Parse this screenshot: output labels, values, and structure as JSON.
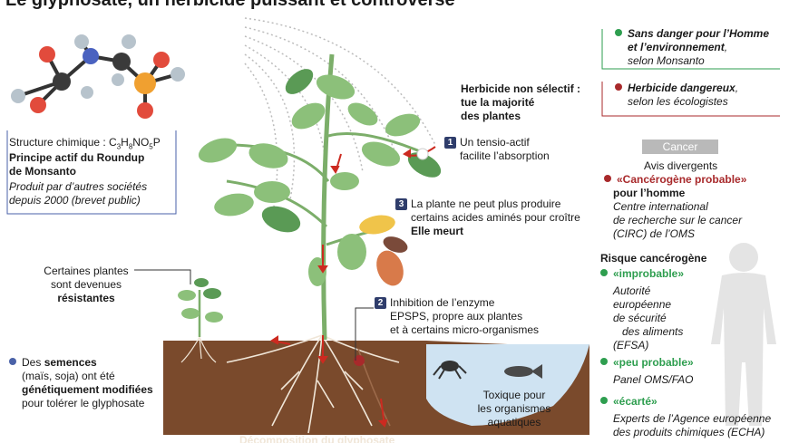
{
  "title": "Le glyphosate, un herbicide puissant et controversé",
  "left": {
    "structure_label": "Structure chimique : ",
    "formula": [
      "C",
      "3",
      "H",
      "8",
      "NO",
      "5",
      "P"
    ],
    "principe_line1": "Principe actif du Roundup",
    "principe_line2": "de Monsanto",
    "produit_line1": "Produit par d’autres sociétés",
    "produit_line2": "depuis 2000 (brevet public)",
    "resistant_line1": "Certaines plantes",
    "resistant_line2": "sont devenues",
    "resistant_line3": "résistantes",
    "semences_pre": "Des ",
    "semences_bold": "semences",
    "semences_line2": "(maïs, soja) ont été",
    "semences_line3": "génétiquement modifiées",
    "semences_line4": "pour tolérer le glyphosate"
  },
  "center": {
    "herbicide_line1": "Herbicide non sélectif :",
    "herbicide_line2": "tue la majorité",
    "herbicide_line3": "des plantes",
    "step1_num": "1",
    "step1_line1": "Un tensio-actif",
    "step1_line2": "facilite l’absorption",
    "step3_num": "3",
    "step3_line1": "La plante ne peut plus produire",
    "step3_line2": "certains acides aminés pour croître",
    "step3_line3": "Elle meurt",
    "step2_num": "2",
    "step2_line1": "Inhibition de l’enzyme",
    "step2_line2": "EPSPS, propre aux plantes",
    "step2_line3": "et à certains micro-organismes",
    "toxic_line1": "Toxique pour",
    "toxic_line2": "les organismes",
    "toxic_line3": "aquatiques",
    "decomposition": "Décomposition du glyphosate"
  },
  "right": {
    "sans_danger_line1": "Sans danger pour l’Homme",
    "sans_danger_line2": "et l’environnement",
    "sans_danger_comma": ",",
    "sans_danger_line3": "selon Monsanto",
    "dangereux_line1": "Herbicide dangereux",
    "dangereux_comma": ",",
    "dangereux_line2": "selon les écologistes",
    "cancer_badge": "Cancer",
    "avis": "Avis divergents",
    "cancerogene": "«Cancérogène probable»",
    "pour_homme": "pour l’homme",
    "circ_line1": "Centre international",
    "circ_line2": "de recherche sur le cancer",
    "circ_line3": "(CIRC) de l’OMS",
    "risque": "Risque cancérogène",
    "improbable": "«improbable»",
    "efsa_line1": "Autorité",
    "efsa_line2": "européenne",
    "efsa_line3": "de sécurité",
    "efsa_line4": "des aliments",
    "efsa_line5": "(EFSA)",
    "peu_probable": "«peu probable»",
    "panel": "Panel OMS/FAO",
    "ecarte": "«écarté»",
    "echa_line1": "Experts de l’Agence européenne",
    "echa_line2": "des produits chimiques (ECHA)"
  },
  "colors": {
    "green": "#2e9e4f",
    "red": "#a8292b",
    "blue": "#4a62a8",
    "soil": "#7a4a2c",
    "water": "#cfe3f2",
    "leaf": "#8cc07a",
    "leaf_dark": "#5a9a55",
    "badge": "#b9b9b9",
    "navy": "#2f3d6b"
  }
}
